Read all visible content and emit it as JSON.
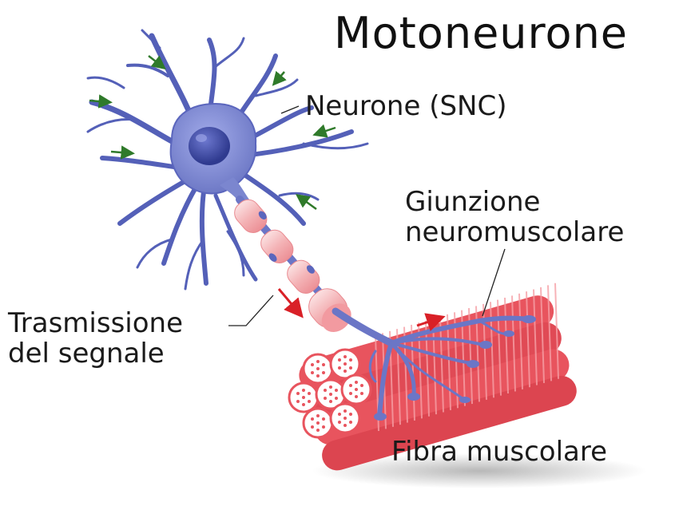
{
  "title": "Motoneurone",
  "labels": {
    "neuron": "Neurone (SNC)",
    "junction_line1": "Giunzione",
    "junction_line2": "neuromuscolare",
    "signal_line1": "Trasmissione",
    "signal_line2": "del segnale",
    "fiber": "Fibra muscolare"
  },
  "colors": {
    "neuron_fill": "#7b86cf",
    "neuron_dark": "#4a55a8",
    "nucleus": "#3f4aa0",
    "axon_sheath": "#f4b3b6",
    "muscle": "#e8545e",
    "muscle_light": "#f59aa0",
    "signal_arrow": "#d92027",
    "input_arrow": "#2f7a2a"
  }
}
